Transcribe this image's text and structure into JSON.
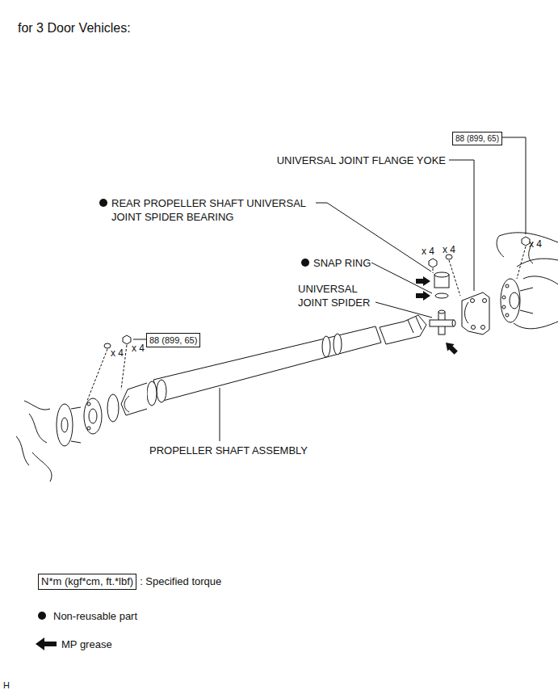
{
  "diagram": {
    "title": "for 3 Door Vehicles:",
    "nodes": [
      {
        "text": [
          "88 (899, 65)"
        ]
      },
      {
        "text": [
          "88 (899, 65)"
        ]
      },
      {
        "text": [
          "N*m (kgf*cm, ft.*lbf)"
        ]
      }
    ],
    "labels": [
      "UNIVERSAL JOINT FLANGE YOKE",
      "REAR PROPELLER SHAFT UNIVERSAL JOINT SPIDER BEARING",
      "x 4",
      "x 4",
      "x 4",
      "SNAP RING",
      "UNIVERSAL JOINT SPIDER",
      "x 4",
      "x 4",
      "PROPELLER SHAFT ASSEMBLY",
      "H"
    ],
    "legend": [
      {
        "text": ": Specified torque"
      },
      {
        "text": "Non-reusable part"
      },
      {
        "text": "MP grease"
      }
    ]
  }
}
